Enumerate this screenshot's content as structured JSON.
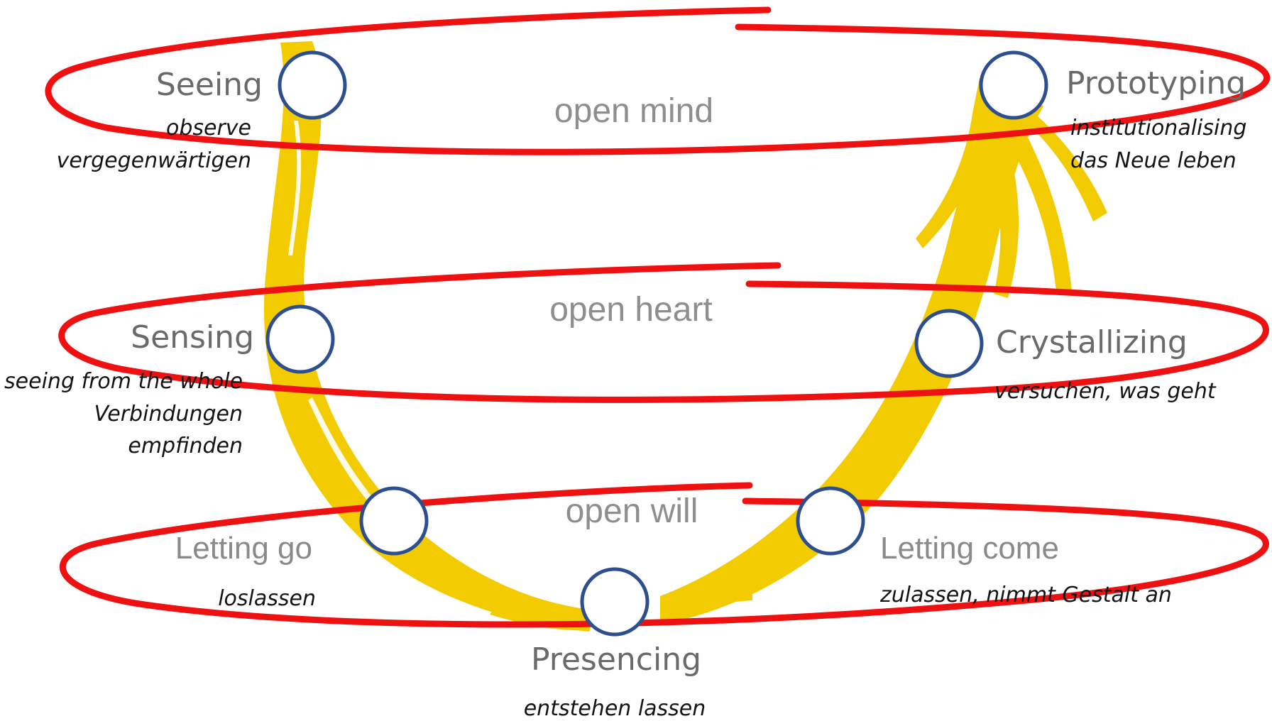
{
  "levels": {
    "mind": "open mind",
    "heart": "open heart",
    "will": "open will"
  },
  "stages": {
    "seeing": {
      "title": "Seeing",
      "lines": [
        "observe",
        "vergegenwärtigen"
      ]
    },
    "sensing": {
      "title": "Sensing",
      "lines": [
        "seeing from the whole",
        "Verbindungen",
        "empfinden"
      ]
    },
    "letting_go": {
      "title": "Letting go",
      "lines": [
        "loslassen"
      ]
    },
    "presencing": {
      "title": "Presencing",
      "lines": [
        "entstehen lassen"
      ]
    },
    "letting_come": {
      "title": "Letting come",
      "lines": [
        "zulassen, nimmt Gestalt an"
      ]
    },
    "crystallizing": {
      "title": "Crystallizing",
      "lines": [
        "versuchen, was geht"
      ]
    },
    "prototyping": {
      "title": "Prototyping",
      "lines": [
        "institutionalising",
        "das Neue leben"
      ]
    }
  },
  "colors": {
    "ribbon": "#f2cb00",
    "ring": "#ee1111",
    "node_border": "#2e4f8f",
    "level_text": "#8e8e8e"
  }
}
